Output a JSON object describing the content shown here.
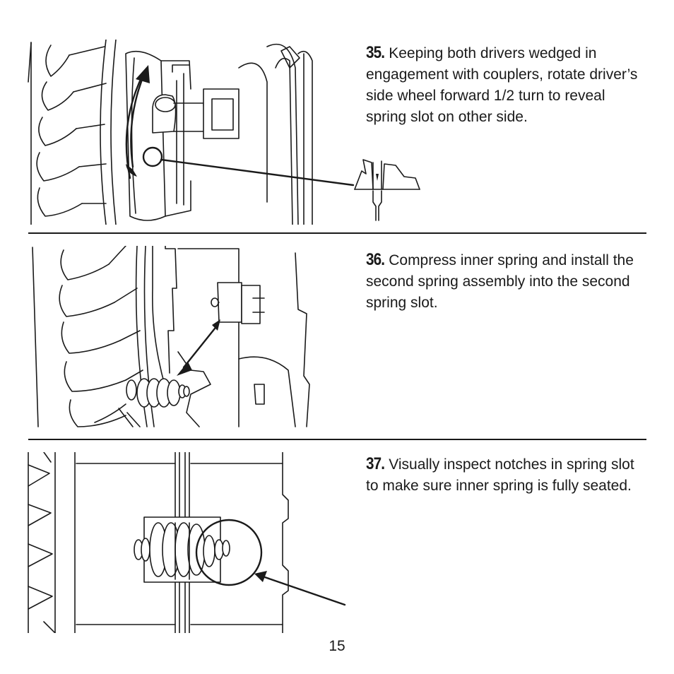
{
  "steps": [
    {
      "number": "35.",
      "text": "Keeping both drivers wedged in engagement with couplers, rotate driver’s side wheel forward 1/2 turn to reveal spring slot on other side."
    },
    {
      "number": "36.",
      "text": "Compress inner spring and install the second spring assembly into the second spring slot."
    },
    {
      "number": "37.",
      "text": "Visually inspect notches in spring slot to make sure inner spring is fully seated."
    }
  ],
  "page_number": "15"
}
